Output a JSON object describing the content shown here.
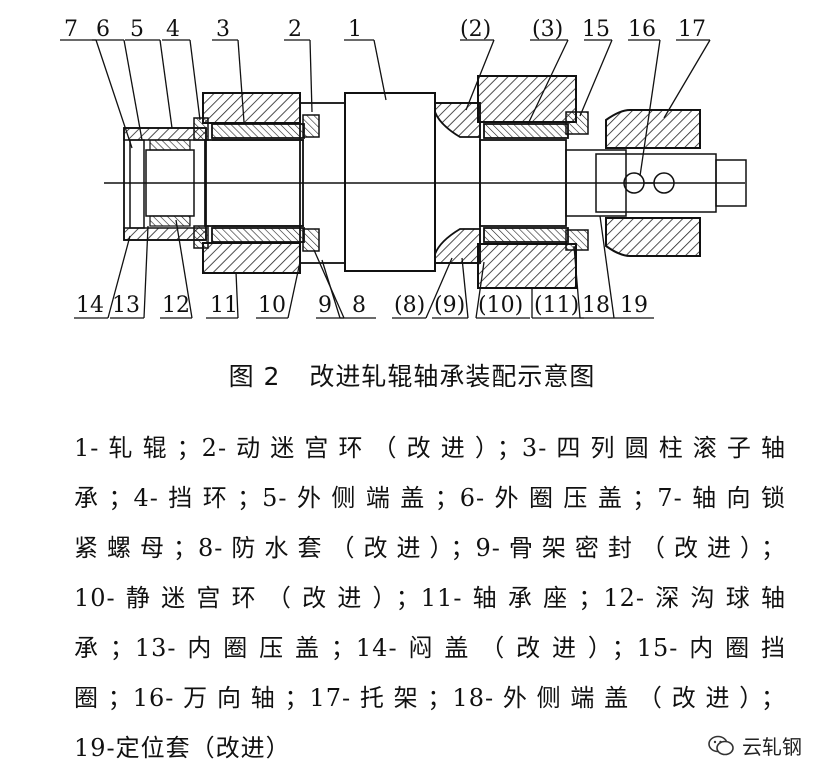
{
  "figure": {
    "top_labels": [
      "7",
      "6",
      "5",
      "4",
      "3",
      "2",
      "1",
      "(2)",
      "(3)",
      "15",
      "16",
      "17"
    ],
    "bottom_labels": [
      "14",
      "13",
      "12",
      "11",
      "10",
      "9",
      "8",
      "(8)",
      "(9)",
      "(10)",
      "(11)",
      "18",
      "19"
    ]
  },
  "caption": {
    "number": "图 2",
    "title": "改进轧辊轴承装配示意图"
  },
  "legend_lines": [
    "1-轧辊；2-动迷宫环（改进）；3-四列圆柱滚子轴",
    "承；4-挡环；5-外侧端盖；6-外圈压盖；7-轴向锁",
    "紧螺母；8-防水套（改进）；9-骨架密封（改进）；",
    "10-静迷宫环（改进）；11-轴承座；12-深沟球轴",
    "承；13-内圈压盖；14-闷盖（改进）；15-内圈挡",
    "圈；16-万向轴；17-托架；18-外侧端盖（改进）；",
    "19-定位套（改进）"
  ],
  "watermark": {
    "text": "云轧钢",
    "icon": "wechat-icon"
  }
}
